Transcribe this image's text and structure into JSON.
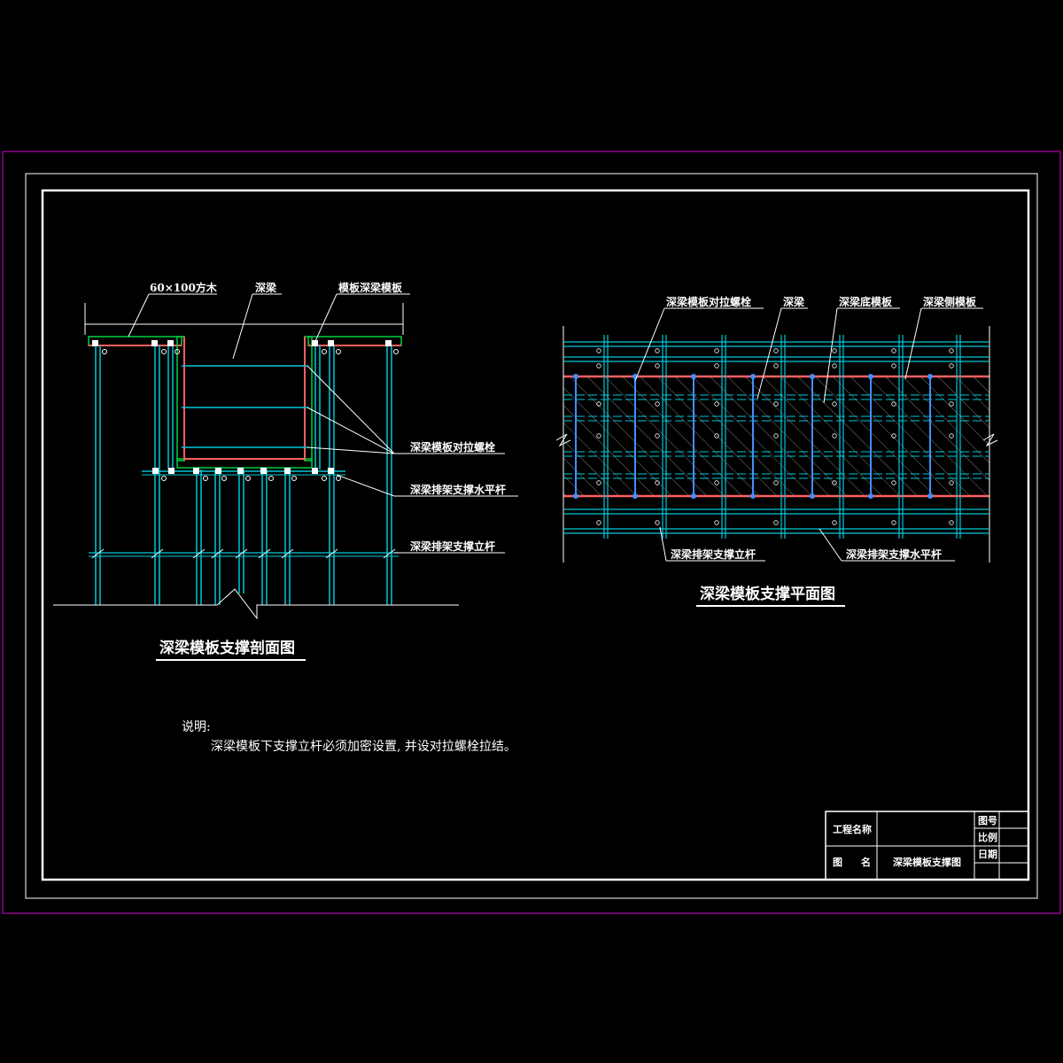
{
  "section": {
    "label_timber": "60×100方木",
    "label_beam": "深梁",
    "label_form": "模板深梁模板",
    "label_bolt": "深梁模板对拉螺栓",
    "label_hbar": "深梁排架支撑水平杆",
    "label_post": "深梁排架支撑立杆",
    "title": "深梁模板支撑剖面图"
  },
  "plan": {
    "label_bolt": "深梁模板对拉螺栓",
    "label_beam": "深梁",
    "label_bottom": "深梁底模板",
    "label_side": "深梁侧模板",
    "label_post": "深梁排架支撑立杆",
    "label_hbar": "深梁排架支撑水平杆",
    "title": "深梁模板支撑平面图"
  },
  "notes": {
    "heading": "说明:",
    "line1": "深梁模板下支撑立杆必须加密设置, 并设对拉螺栓拉结。"
  },
  "title_block": {
    "project_label": "工程名称",
    "project_value": "",
    "drawing_no_label": "图号",
    "scale_label": "比例",
    "date_label": "日期",
    "drawing_name_label_1": "图",
    "drawing_name_label_2": "名",
    "drawing_name_value": "深梁模板支撑图"
  },
  "colors": {
    "background": "#000000",
    "frame_outer": "#b000b0",
    "frame_inner": "#ffffff",
    "steel": "#00c8d8",
    "timber": "#00d040",
    "formwork_edge": "#ff6060",
    "text": "#ffffff"
  }
}
